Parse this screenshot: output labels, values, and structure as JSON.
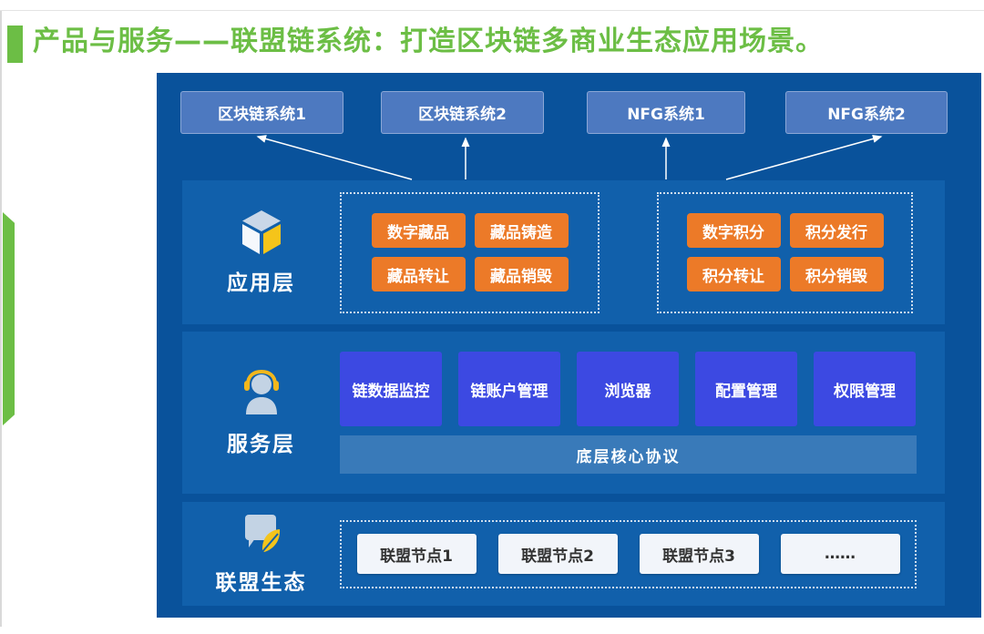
{
  "page": {
    "title": "产品与服务——联盟链系统：打造区块链多商业生态应用场景。"
  },
  "top_systems": {
    "items": [
      {
        "label": "区块链系统1"
      },
      {
        "label": "区块链系统2"
      },
      {
        "label": "NFG系统1"
      },
      {
        "label": "NFG系统2"
      }
    ]
  },
  "application_layer": {
    "label": "应用层",
    "icon": "cube-icon",
    "collection_group": {
      "items": [
        {
          "label": "数字藏品"
        },
        {
          "label": "藏品铸造"
        },
        {
          "label": "藏品转让"
        },
        {
          "label": "藏品销毁"
        }
      ]
    },
    "points_group": {
      "items": [
        {
          "label": "数字积分"
        },
        {
          "label": "积分发行"
        },
        {
          "label": "积分转让"
        },
        {
          "label": "积分销毁"
        }
      ]
    }
  },
  "service_layer": {
    "label": "服务层",
    "icon": "headset-person-icon",
    "items": [
      {
        "label": "链数据监控"
      },
      {
        "label": "链账户管理"
      },
      {
        "label": "浏览器"
      },
      {
        "label": "配置管理"
      },
      {
        "label": "权限管理"
      }
    ],
    "protocol_bar": "底层核心协议"
  },
  "ecosystem_layer": {
    "label": "联盟生态",
    "icon": "screen-leaf-icon",
    "nodes": [
      {
        "label": "联盟节点1"
      },
      {
        "label": "联盟节点2"
      },
      {
        "label": "联盟节点3"
      },
      {
        "label": "……"
      }
    ]
  },
  "colors": {
    "title_green": "#6cbe45",
    "panel_bg": "#09529b",
    "layer_bg": "#1160ab",
    "system_button_bg": "#4d79c0",
    "app_button_orange": "#ec7a28",
    "service_button_blue": "#3c49e2",
    "protocol_bar_bg": "#33699f",
    "node_button_bg": "#f2f5fa",
    "arrow": "#ffffff"
  }
}
